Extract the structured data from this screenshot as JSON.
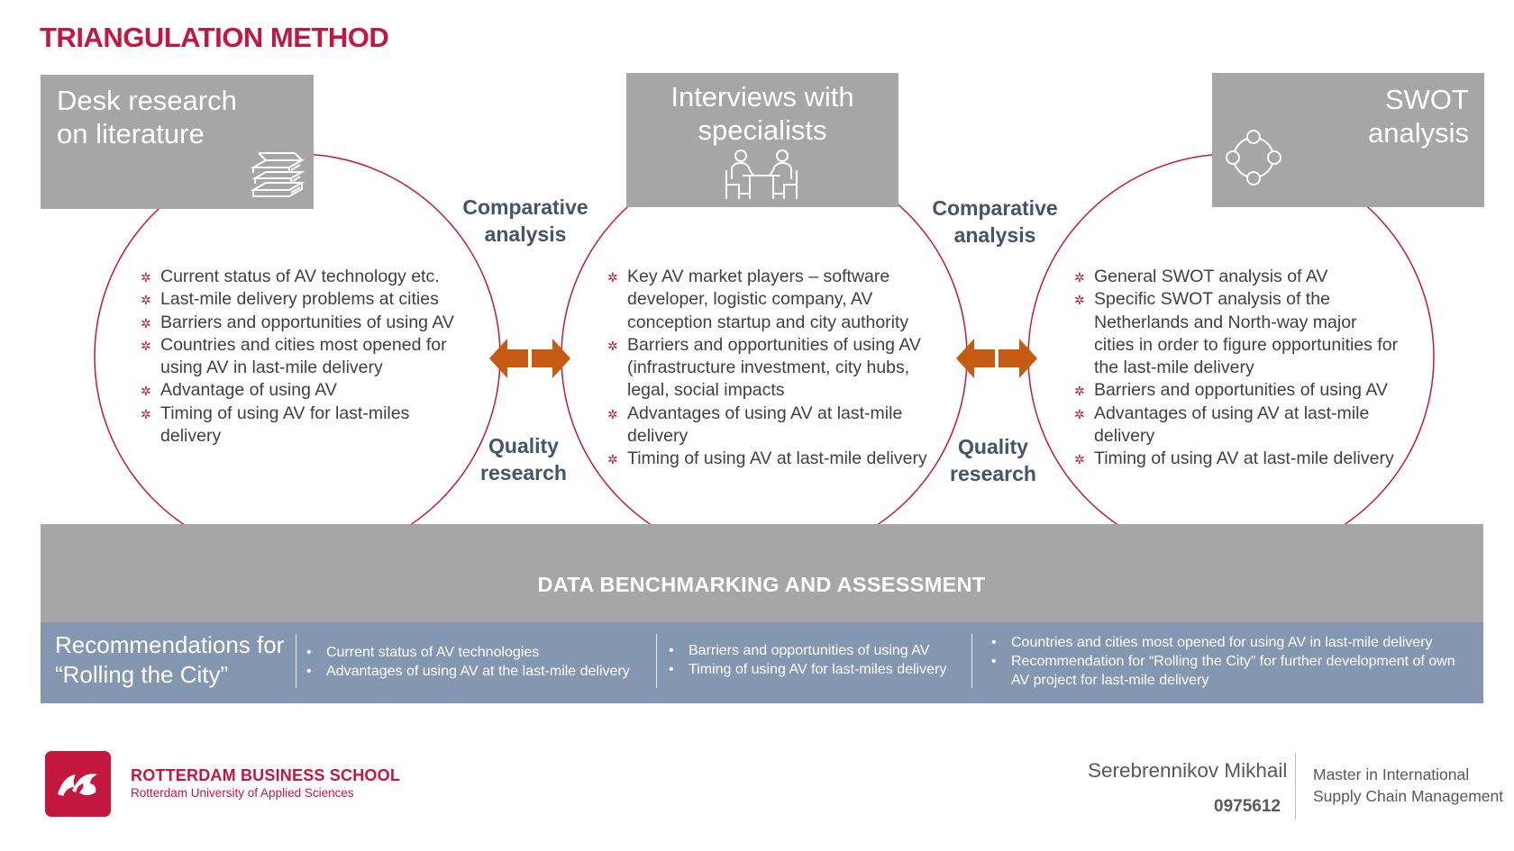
{
  "title": "TRIANGULATION METHOD",
  "colors": {
    "accent": "#c4173f",
    "header_gray": "#a6a6a6",
    "rec_blue": "#8497b0",
    "arrow_orange": "#c55a11",
    "label_navy": "#44546a"
  },
  "methods": [
    {
      "header": "Desk research\non literature",
      "icon": "books-icon",
      "items": [
        "Current status of AV technology etc.",
        "Last-mile delivery problems at cities",
        "Barriers and opportunities of using AV",
        "Countries and cities most opened for using AV in last-mile delivery",
        "Advantage of using AV",
        "Timing of using AV for last-miles delivery"
      ]
    },
    {
      "header": "Interviews with\nspecialists",
      "icon": "meeting-table-icon",
      "items": [
        "Key AV market players – software developer, logistic company, AV conception startup and city authority",
        "Barriers and opportunities of using AV (infrastructure investment, city hubs, legal, social impacts",
        "Advantages of using AV at last-mile delivery",
        "Timing of using AV at last-mile delivery"
      ]
    },
    {
      "header": "SWOT\nanalysis",
      "icon": "cycle-nodes-icon",
      "items": [
        "General SWOT analysis of AV",
        "Specific SWOT analysis of the Netherlands and North-way major cities in order to figure opportunities for the last-mile delivery",
        "Barriers and opportunities of using AV",
        "Advantages of using AV at last-mile delivery",
        "Timing of using AV at last-mile delivery"
      ]
    }
  ],
  "connectors": [
    {
      "top_label": "Comparative\nanalysis",
      "bottom_label": "Quality\nresearch",
      "icon": "double-arrow-icon"
    },
    {
      "top_label": "Comparative\nanalysis",
      "bottom_label": "Quality\nresearch",
      "icon": "double-arrow-icon"
    }
  ],
  "benchmark": {
    "label": "DATA BENCHMARKING AND ASSESSMENT",
    "icon": "down-arrow-icon"
  },
  "recommendations": {
    "title": "Recommendations for\n“Rolling the City”",
    "columns": [
      [
        "Current status of AV technologies",
        "Advantages of using AV at the last-mile delivery"
      ],
      [
        "Barriers and opportunities of using AV",
        "Timing of using AV for last-miles delivery"
      ],
      [
        "Countries and cities most opened for using AV in last-mile delivery",
        "Recommendation for “Rolling the City” for  further development of own AV project for last-mile delivery"
      ]
    ]
  },
  "footer": {
    "school_name": "ROTTERDAM BUSINESS SCHOOL",
    "school_sub": "Rotterdam University of Applied Sciences",
    "author": "Serebrennikov Mikhail",
    "student_number": "0975612",
    "degree": "Master in International\nSupply Chain Management"
  }
}
